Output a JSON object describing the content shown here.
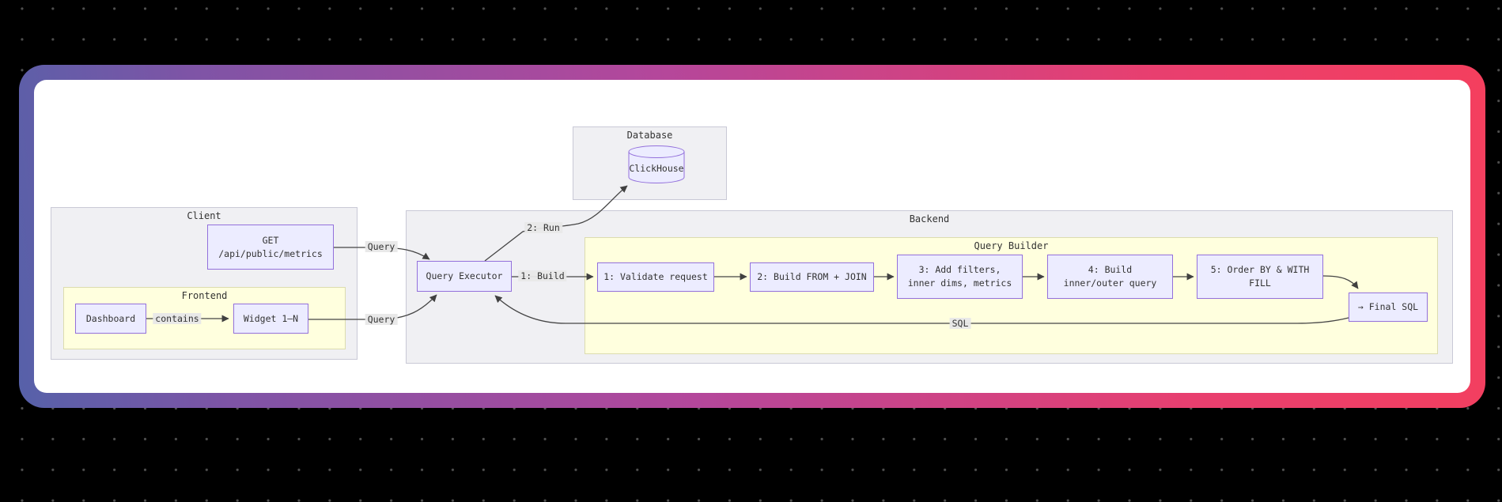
{
  "scene": {
    "background_color": "#000000",
    "card_gradient": [
      "#5661a9",
      "#7e54a6",
      "#b4479b",
      "#f43f5e"
    ],
    "card_background": "#ffffff"
  },
  "diagram": {
    "colors": {
      "node_fill": "#ececff",
      "node_border": "#9370db",
      "cluster_fill": "#f0f0f3",
      "cluster_yellow_fill": "#ffffde",
      "edge_stroke": "#454545",
      "text": "#333333"
    },
    "clusters": {
      "database": {
        "label": "Database"
      },
      "client": {
        "label": "Client"
      },
      "frontend": {
        "label": "Frontend"
      },
      "backend": {
        "label": "Backend"
      },
      "query_builder": {
        "label": "Query Builder"
      }
    },
    "nodes": {
      "clickhouse": {
        "label": "ClickHouse"
      },
      "get_endpoint": {
        "line1": "GET",
        "line2": "/api/public/metrics"
      },
      "dashboard": {
        "label": "Dashboard"
      },
      "widget": {
        "label": "Widget 1–N"
      },
      "query_executor": {
        "label": "Query Executor"
      },
      "step1": {
        "label": "1: Validate request"
      },
      "step2": {
        "label": "2: Build FROM + JOIN"
      },
      "step3": {
        "line1": "3: Add filters,",
        "line2": "inner dims, metrics"
      },
      "step4": {
        "line1": "4: Build",
        "line2": "inner/outer query"
      },
      "step5": {
        "line1": "5: Order BY & WITH",
        "line2": "FILL"
      },
      "final_sql": {
        "label": "→ Final SQL"
      }
    },
    "edge_labels": {
      "query_from_get": {
        "label": "Query"
      },
      "query_from_widget": {
        "label": "Query"
      },
      "contains": {
        "label": "contains"
      },
      "build": {
        "label": "1: Build"
      },
      "run": {
        "label": "2: Run"
      },
      "sql": {
        "label": "SQL"
      }
    }
  }
}
